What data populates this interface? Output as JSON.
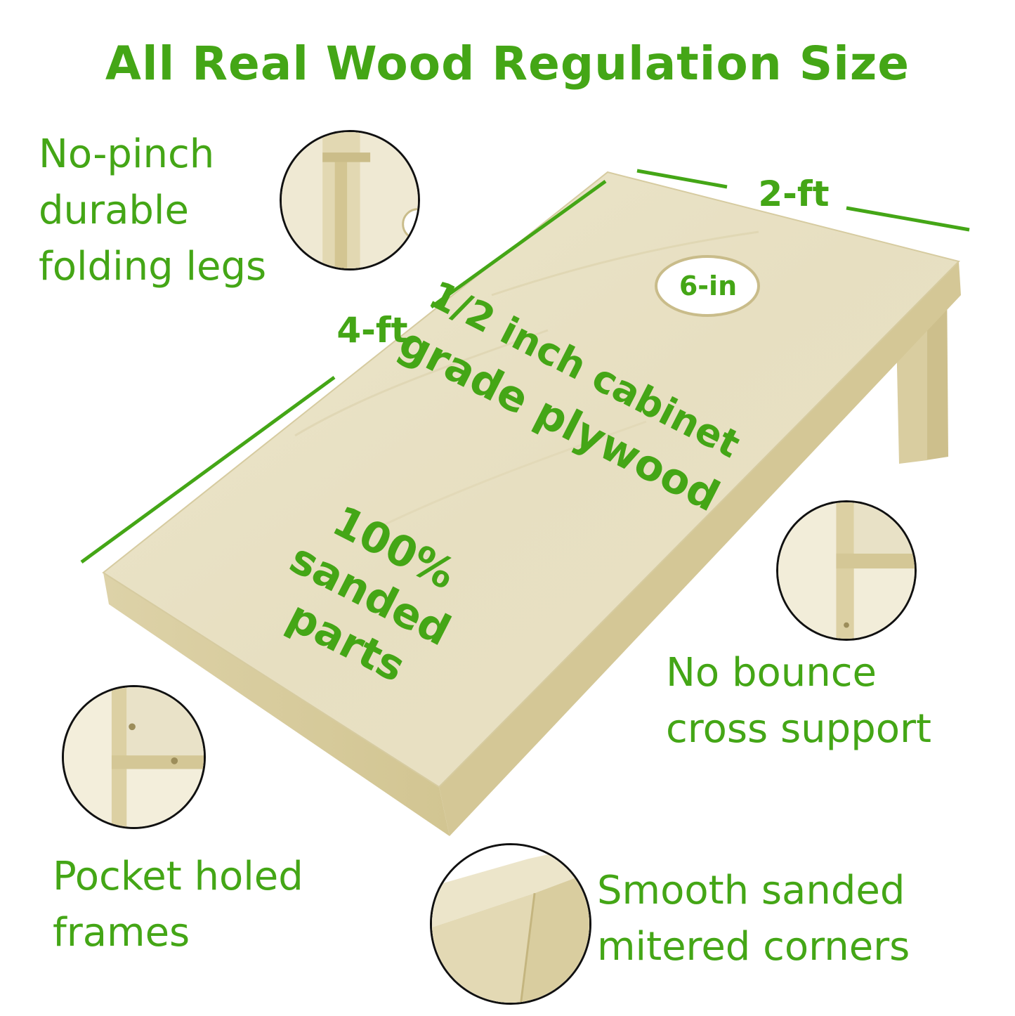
{
  "title": "All Real Wood Regulation Size",
  "colors": {
    "accent_green": "#44a616",
    "wood_top": "#ece5c8",
    "wood_edge": "#d8cc9e",
    "wood_dark": "#c2b47d",
    "outline": "#111111"
  },
  "dimensions": {
    "width": "2-ft",
    "length": "4-ft",
    "hole": "6-in"
  },
  "board_text": {
    "plywood_line1": "1/2 inch cabinet",
    "plywood_line2": "grade plywood",
    "sanded_line1": "100%",
    "sanded_line2": "sanded",
    "sanded_line3": "parts"
  },
  "features": {
    "legs": [
      "No-pinch",
      "durable",
      "folding legs"
    ],
    "support": [
      "No bounce",
      "cross support"
    ],
    "frames": [
      "Pocket holed",
      "frames"
    ],
    "corners": [
      "Smooth sanded",
      "mitered corners"
    ]
  },
  "detail_images": {
    "legs": "folding-leg-detail",
    "support": "cross-support-detail",
    "frames": "pocket-hole-frame-detail",
    "corners": "mitered-corner-detail"
  }
}
